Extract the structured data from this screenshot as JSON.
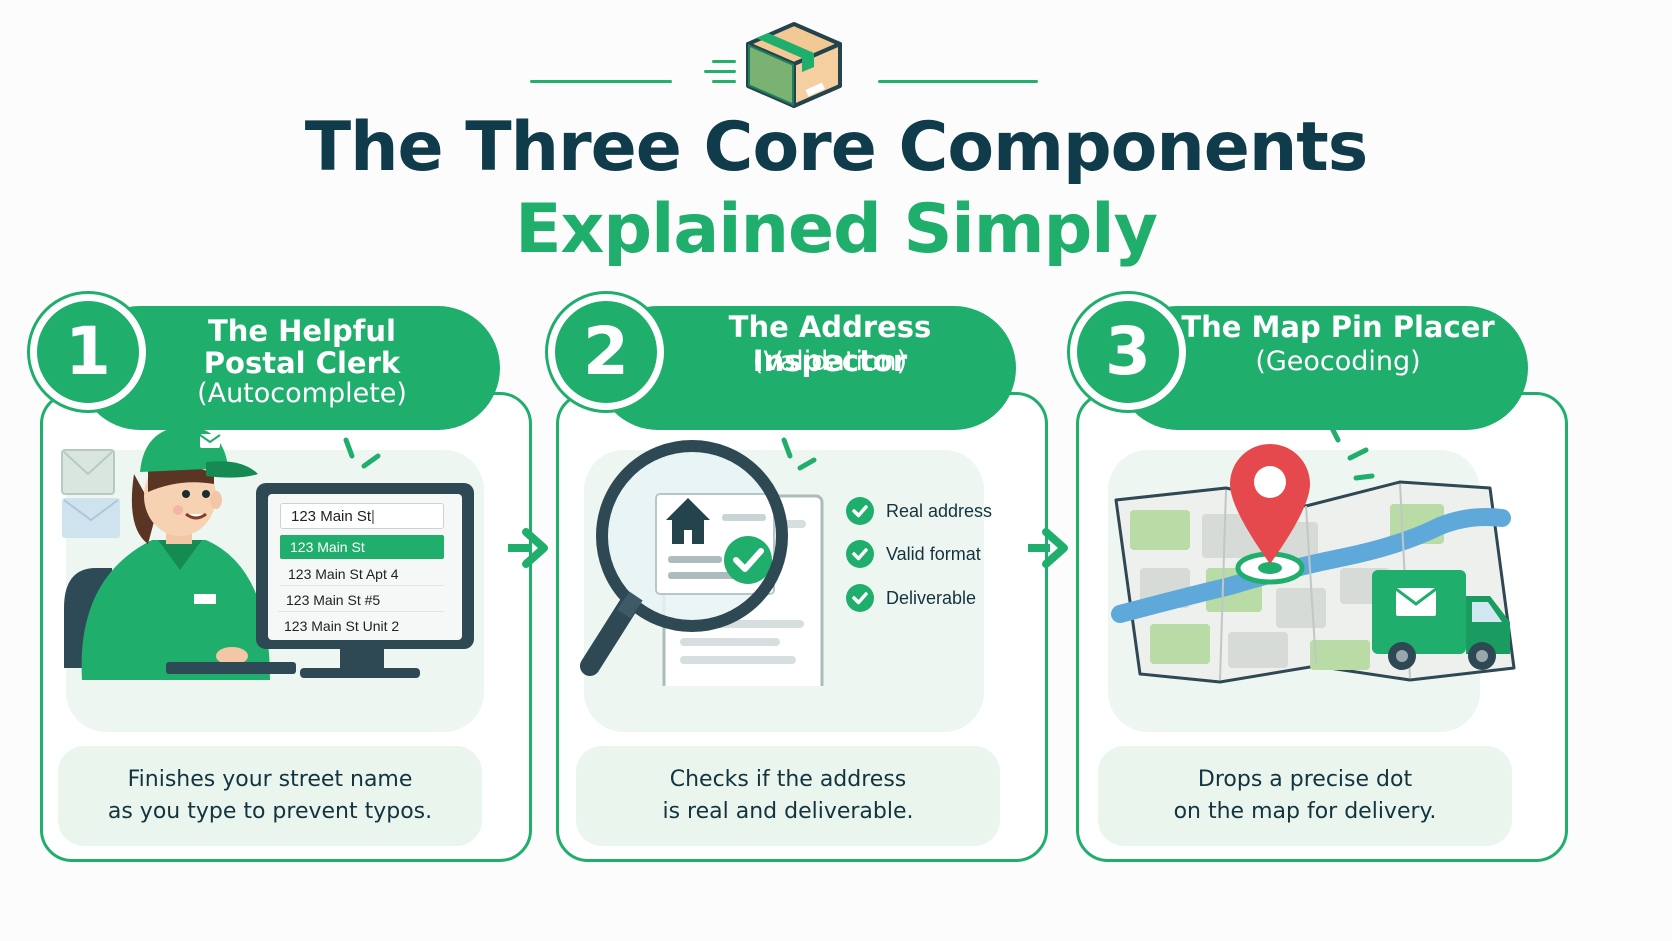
{
  "header": {
    "title_line1": "The Three Core Components",
    "title_line2": "Explained Simply",
    "icon": "box-icon"
  },
  "colors": {
    "accent": "#1fae6b",
    "title_dark": "#0f3b4a",
    "panel_bg": "#eaf5ee",
    "pin_red": "#e5484d"
  },
  "cards": [
    {
      "number": "1",
      "title_line1": "The Helpful",
      "title_line2": "Postal Clerk",
      "subtitle": "(Autocomplete)",
      "description_line1": "Finishes your street name",
      "description_line2": "as you type to prevent typos.",
      "illustration": "postal-clerk-at-computer",
      "screen": {
        "input_value": "123 Main St",
        "suggestions": [
          "123 Main St",
          "123 Main St Apt 4",
          "123 Main St #5",
          "123 Main St Unit 2"
        ]
      }
    },
    {
      "number": "2",
      "title": "The Address Inspector",
      "subtitle": "(Validation)",
      "description_line1": "Checks if the address",
      "description_line2": "is real and deliverable.",
      "illustration": "magnifying-glass-over-document",
      "checks": [
        "Real address",
        "Valid format",
        "Deliverable"
      ]
    },
    {
      "number": "3",
      "title": "The Map Pin Placer",
      "subtitle": "(Geocoding)",
      "description_line1": "Drops a precise dot",
      "description_line2": "on the map for delivery.",
      "illustration": "map-with-pin-and-delivery-truck"
    }
  ]
}
